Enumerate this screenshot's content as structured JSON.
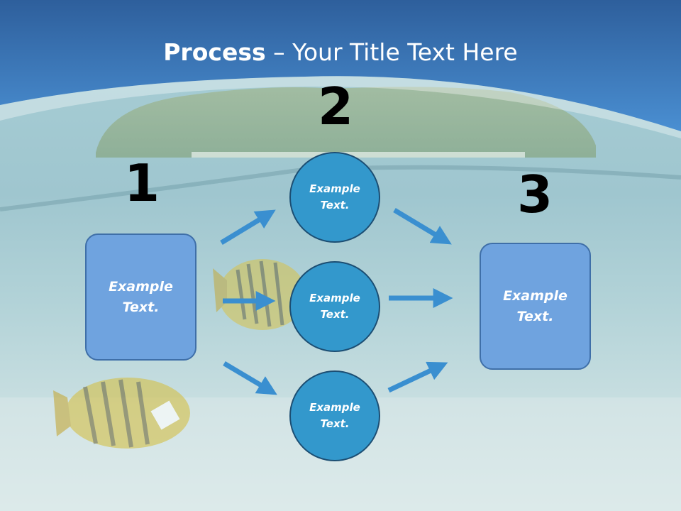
{
  "slide": {
    "title_bold": "Process",
    "title_rest": " – Your Title Text Here"
  },
  "steps": [
    {
      "number": "1"
    },
    {
      "number": "2"
    },
    {
      "number": "3"
    }
  ],
  "boxes": [
    {
      "line1": "Example",
      "line2": "Text."
    },
    {
      "line1": "Example",
      "line2": "Text."
    }
  ],
  "circles": [
    {
      "line1": "Example",
      "line2": "Text."
    },
    {
      "line1": "Example",
      "line2": "Text."
    },
    {
      "line1": "Example",
      "line2": "Text."
    }
  ],
  "colors": {
    "header_blue": "#2f75c0",
    "box_fill": "#6fa3df",
    "circle_fill": "#3398cc",
    "arrow": "#3a8fd0"
  }
}
